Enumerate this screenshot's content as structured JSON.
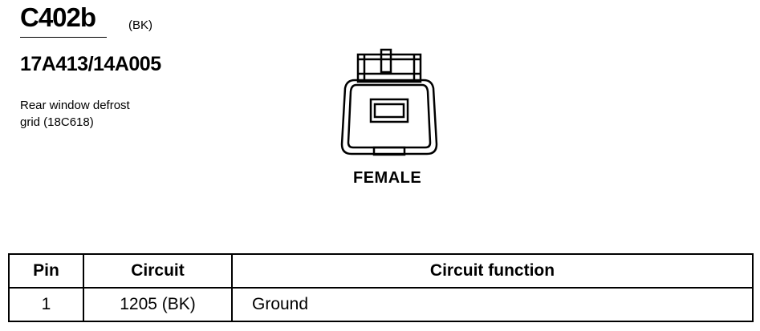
{
  "connector": {
    "id": "C402b",
    "color": "(BK)",
    "part_number": "17A413/14A005",
    "description_line1": "Rear window defrost",
    "description_line2": "grid (18C618)",
    "gender": "FEMALE"
  },
  "table": {
    "headers": {
      "pin": "Pin",
      "circuit": "Circuit",
      "function": "Circuit function"
    },
    "rows": [
      {
        "pin": "1",
        "circuit": "1205 (BK)",
        "function": "Ground"
      }
    ]
  }
}
